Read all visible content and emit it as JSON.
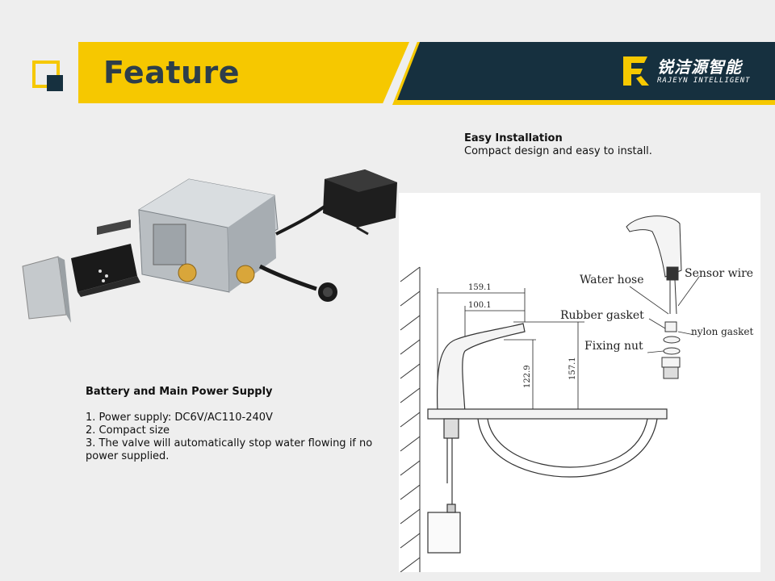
{
  "header": {
    "title": "Feature",
    "logo_cn": "锐洁源智能",
    "logo_en": "RAJEYN INTELLIGENT"
  },
  "install": {
    "heading": "Easy Installation",
    "description": "Compact design and easy to install."
  },
  "diagram": {
    "dimensions": {
      "total_width": "159.1",
      "spout_width": "100.1",
      "spout_height": "122.9",
      "total_height": "157.1"
    },
    "labels": {
      "water_hose": "Water hose",
      "sensor_wire": "Sensor wire",
      "rubber_gasket": "Rubber gasket",
      "nylon_gasket": "nylon gasket",
      "fixing_nut": "Fixing nut"
    }
  },
  "battery": {
    "heading": "Battery and Main Power Supply",
    "items": [
      "1. Power supply: DC6V/AC110-240V",
      "2. Compact size",
      "3. The valve will automatically stop water flowing if no power supplied."
    ]
  },
  "colors": {
    "accent_yellow": "#f6c800",
    "dark_navy": "#16303f",
    "title_text": "#2d3e4a"
  }
}
